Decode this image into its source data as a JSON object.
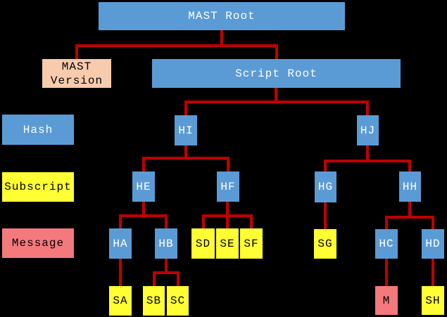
{
  "title": "MAST tree diagram",
  "colors": {
    "background": "#000000",
    "node-blue": "#5B9BD5",
    "node-yellow": "#FFFF33",
    "node-pink": "#F4797D",
    "node-peach": "#F8CBAD",
    "edge-red": "#C00000",
    "text-on-blue": "#FFFFFF",
    "text-on-light": "#000000"
  },
  "row_labels": {
    "hash": "Hash",
    "subscript": "Subscript",
    "message": "Message"
  },
  "nodes": {
    "mast_root": "MAST Root",
    "mast_version": "MAST\nVersion",
    "script_root": "Script Root",
    "hi": "HI",
    "hj": "HJ",
    "he": "HE",
    "hf": "HF",
    "hg": "HG",
    "hh": "HH",
    "ha": "HA",
    "hb": "HB",
    "sd": "SD",
    "se": "SE",
    "sf": "SF",
    "sg": "SG",
    "hc": "HC",
    "hd": "HD",
    "sa": "SA",
    "sb": "SB",
    "sc": "SC",
    "m": "M",
    "sh": "SH"
  }
}
